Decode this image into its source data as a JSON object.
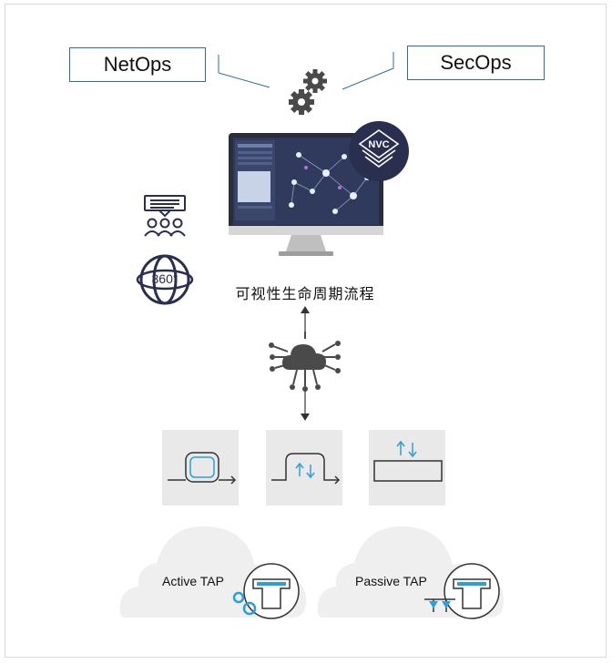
{
  "header": {
    "netops_label": "NetOps",
    "secops_label": "SecOps"
  },
  "monitor": {
    "badge_label": "NVC"
  },
  "caption": "可视性生命周期流程",
  "side_icons": {
    "view_360_label": "360°"
  },
  "clouds": [
    {
      "label": "Active TAP"
    },
    {
      "label": "Passive TAP"
    }
  ],
  "colors": {
    "border_blue": "#2e6da4",
    "dark_navy": "#2b2f4f",
    "accent_cyan": "#2b9fd9",
    "icon_gray": "#4a4a4a",
    "panel_gray": "#e9e9e9",
    "cloud_gray": "#efefef"
  }
}
